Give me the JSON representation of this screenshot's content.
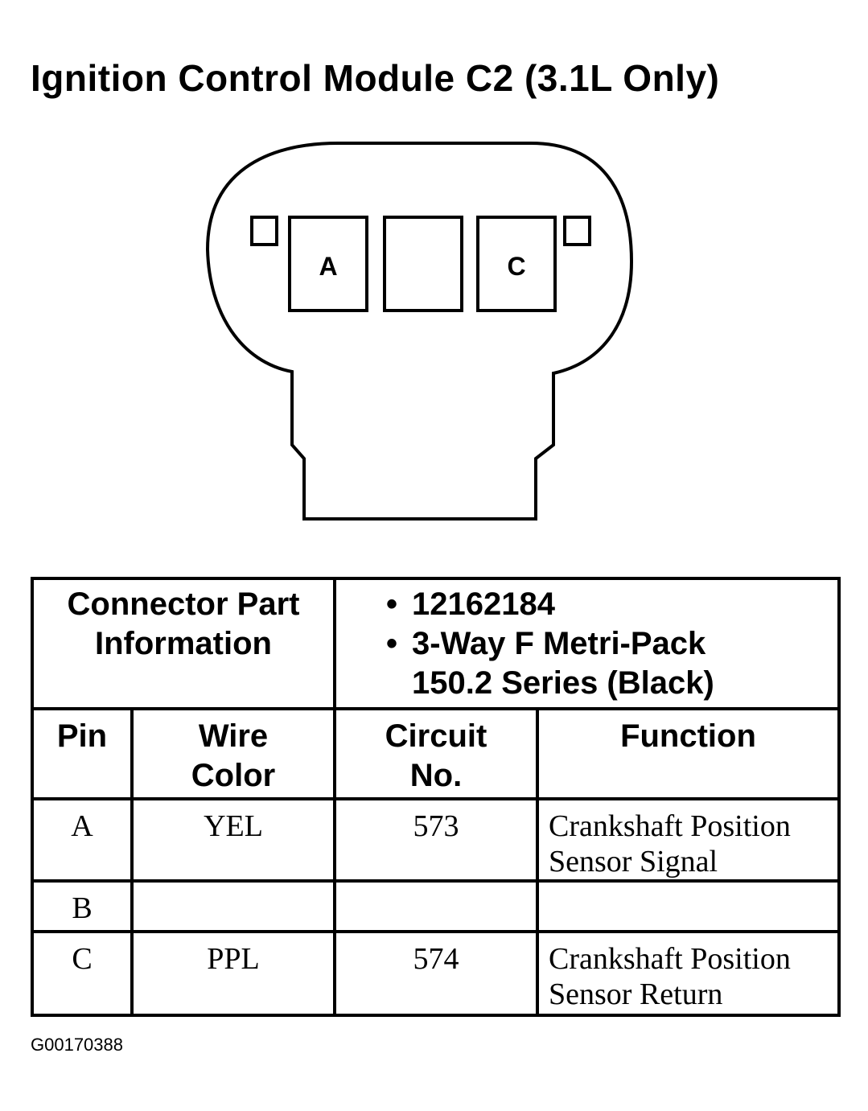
{
  "title": "Ignition Control Module C2 (3.1L Only)",
  "connector": {
    "cavity_labels": [
      "A",
      "",
      "C"
    ]
  },
  "part_info": {
    "label_line1": "Connector Part",
    "label_line2": "Information",
    "items": [
      {
        "bullet": "•",
        "line1": "12162184",
        "line2": ""
      },
      {
        "bullet": "•",
        "line1": "3-Way F Metri-Pack",
        "line2": "150.2 Series (Black)"
      }
    ]
  },
  "columns": {
    "pin": "Pin",
    "wire_color_1": "Wire",
    "wire_color_2": "Color",
    "circuit_1": "Circuit",
    "circuit_2": "No.",
    "function": "Function"
  },
  "rows": [
    {
      "pin": "A",
      "wire": "YEL",
      "circuit": "573",
      "function_1": "Crankshaft Position",
      "function_2": "Sensor Signal"
    },
    {
      "pin": "B",
      "wire": "",
      "circuit": "",
      "function_1": "",
      "function_2": ""
    },
    {
      "pin": "C",
      "wire": "PPL",
      "circuit": "574",
      "function_1": "Crankshaft Position",
      "function_2": "Sensor Return"
    }
  ],
  "reference_id": "G00170388"
}
